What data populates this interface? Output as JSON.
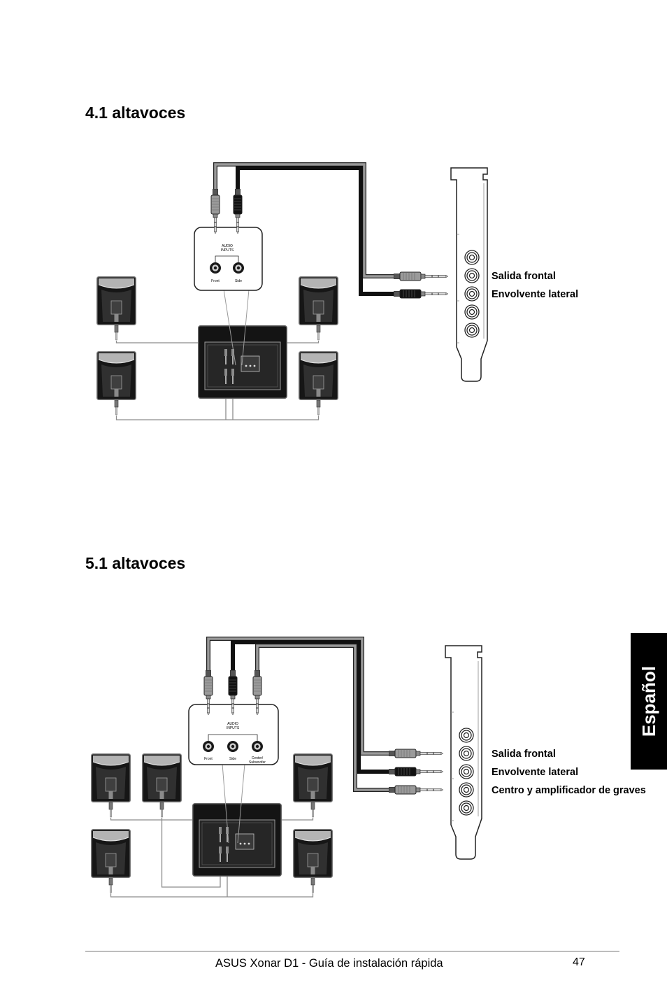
{
  "side_tab": "Español",
  "sections": [
    {
      "title": "4.1 altavoces",
      "audio_inputs": {
        "heading": [
          "AUDIO",
          "INPUTS"
        ],
        "jack_labels": [
          [
            "Front"
          ],
          [
            "Side"
          ]
        ]
      },
      "card_outputs": [
        {
          "label": "Salida frontal",
          "plug_color": "#9a9a9a"
        },
        {
          "label": "Envolvente lateral",
          "plug_color": "#111111"
        }
      ]
    },
    {
      "title": "5.1 altavoces",
      "audio_inputs": {
        "heading": [
          "AUDIO",
          "INPUTS"
        ],
        "jack_labels": [
          [
            "Front"
          ],
          [
            "Side"
          ],
          [
            "Center/",
            "Subwoofer"
          ]
        ]
      },
      "card_outputs": [
        {
          "label": "Salida frontal",
          "plug_color": "#9a9a9a"
        },
        {
          "label": "Envolvente lateral",
          "plug_color": "#111111"
        },
        {
          "label": "Centro y amplificador de graves",
          "plug_color": "#9a9a9a"
        }
      ]
    }
  ],
  "footer": {
    "text": "ASUS Xonar D1 - Guía de instalación rápida",
    "page_number": "47"
  }
}
